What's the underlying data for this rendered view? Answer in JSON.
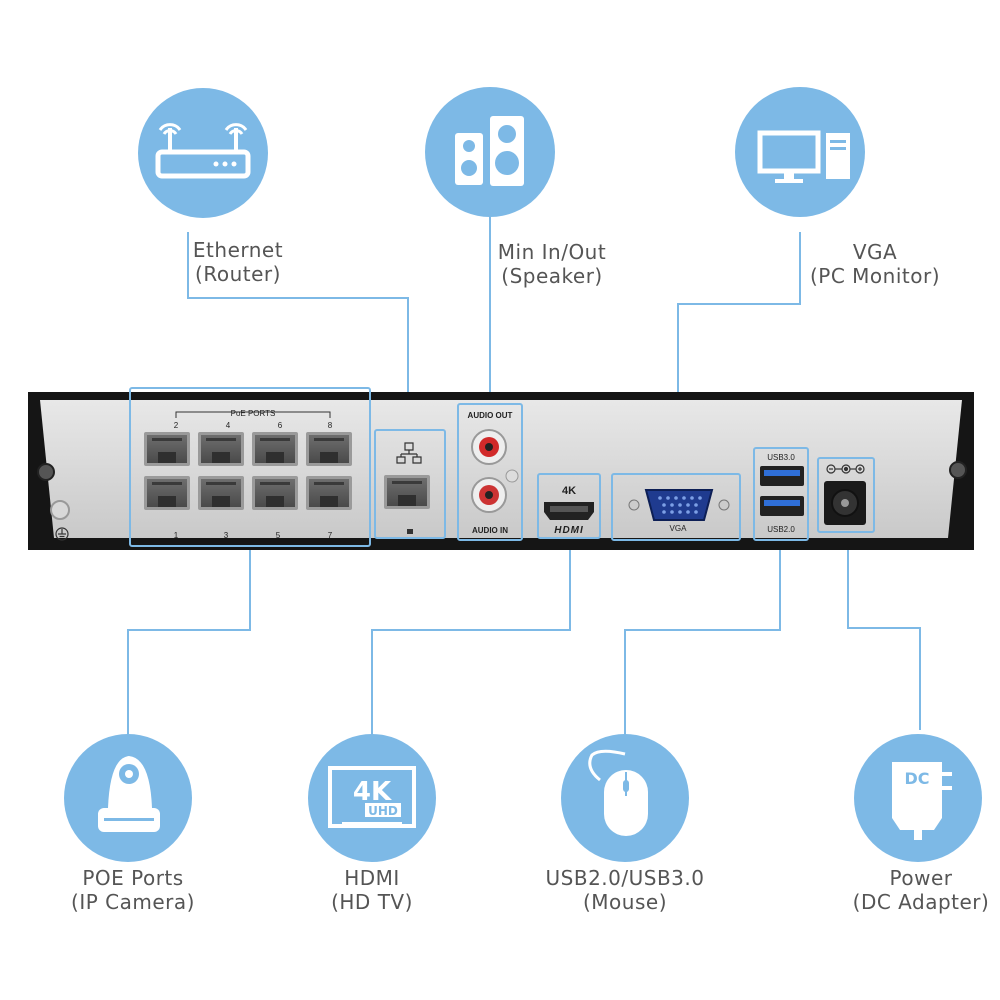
{
  "callouts": {
    "ethernet": {
      "line1": "Ethernet",
      "line2": "(Router)"
    },
    "audio": {
      "line1": "Min In/Out",
      "line2": "(Speaker)"
    },
    "vga": {
      "line1": "VGA",
      "line2": "(PC Monitor)"
    },
    "poe": {
      "line1": "POE Ports",
      "line2": "(IP Camera)"
    },
    "hdmi": {
      "line1": "HDMI",
      "line2": "(HD TV)"
    },
    "usb": {
      "line1": "USB2.0/USB3.0",
      "line2": "(Mouse)"
    },
    "power": {
      "line1": "Power",
      "line2": "(DC Adapter)"
    }
  },
  "panel": {
    "poe_header": "PoE PORTS",
    "poe_top_numbers": [
      "2",
      "4",
      "6",
      "8"
    ],
    "poe_bottom_numbers": [
      "1",
      "3",
      "5",
      "7"
    ],
    "audio_out": "AUDIO OUT",
    "audio_in": "AUDIO IN",
    "hdmi_4k": "4K",
    "hdmi_logo": "HDMI",
    "vga": "VGA",
    "usb3": "USB3.0",
    "usb2": "USB2.0"
  },
  "icons": {
    "uhd_4k": "4K",
    "uhd_sub": "UHD",
    "dc": "DC"
  },
  "colors": {
    "circle": "#7db9e6",
    "line": "#7db9e6",
    "chassis": "#1a1a1a",
    "panel": "#dcdcdc",
    "port": "#5f5f5f"
  }
}
